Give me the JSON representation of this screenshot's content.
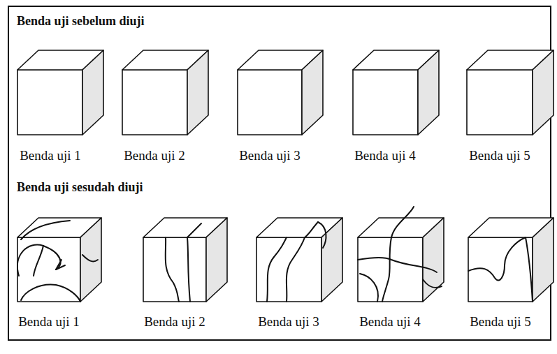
{
  "diagram": {
    "labels": [
      "Benda uji sebelum diuji",
      "Benda uji 1",
      "Benda uji 2",
      "Benda uji 3",
      "Benda uji 4",
      "Benda uji 5",
      "Benda uji sesudah diuji",
      "Benda uji 1",
      "Benda uji 2",
      "Benda uji 3",
      "Benda uji 4",
      "Benda uji 5"
    ]
  }
}
